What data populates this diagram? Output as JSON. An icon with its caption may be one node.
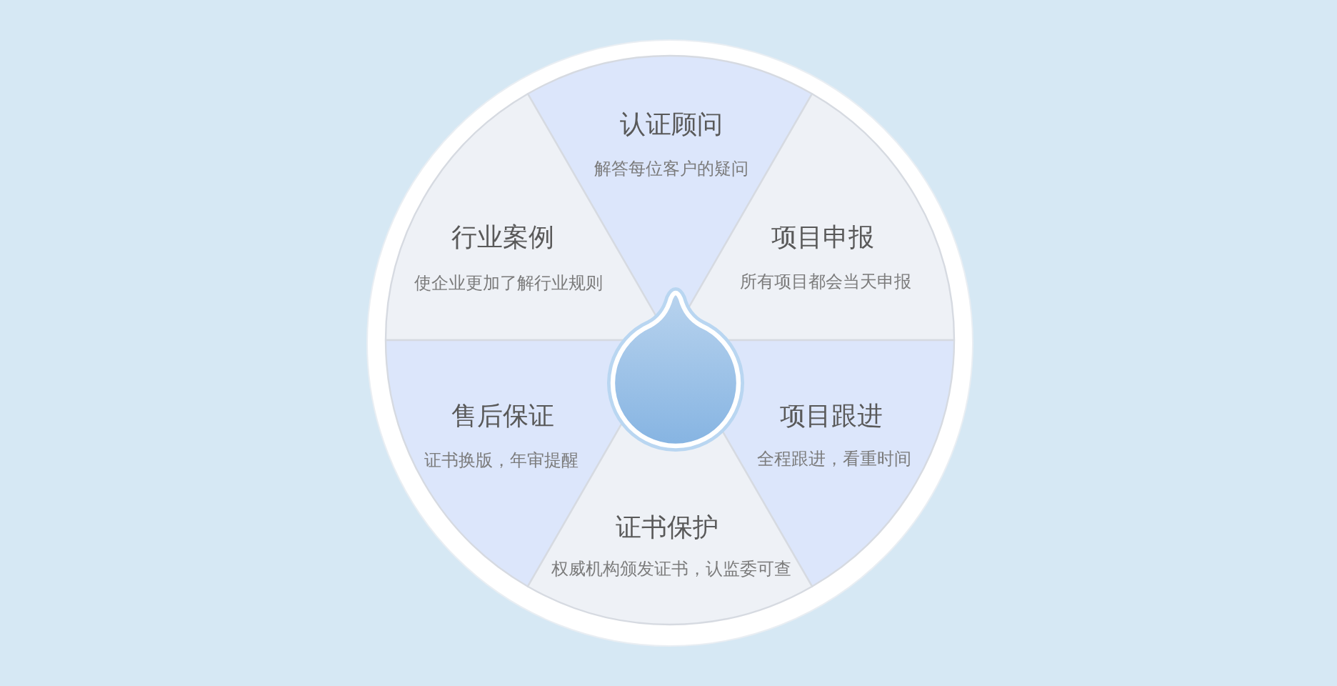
{
  "diagram": {
    "nodes": [
      {
        "text": [
          "认证顾问",
          "解答每位客户的疑问"
        ]
      },
      {
        "text": [
          "行业案例",
          "使企业更加了解行业规则"
        ]
      },
      {
        "text": [
          "项目申报",
          "所有项目都会当天申报"
        ]
      },
      {
        "text": [
          "售后保证",
          "证书换版，年审提醒"
        ]
      },
      {
        "text": [
          "项目跟进",
          "全程跟进，看重时间"
        ]
      },
      {
        "text": [
          "证书保护",
          "权威机构颁发证书，认监委可查"
        ]
      }
    ]
  }
}
